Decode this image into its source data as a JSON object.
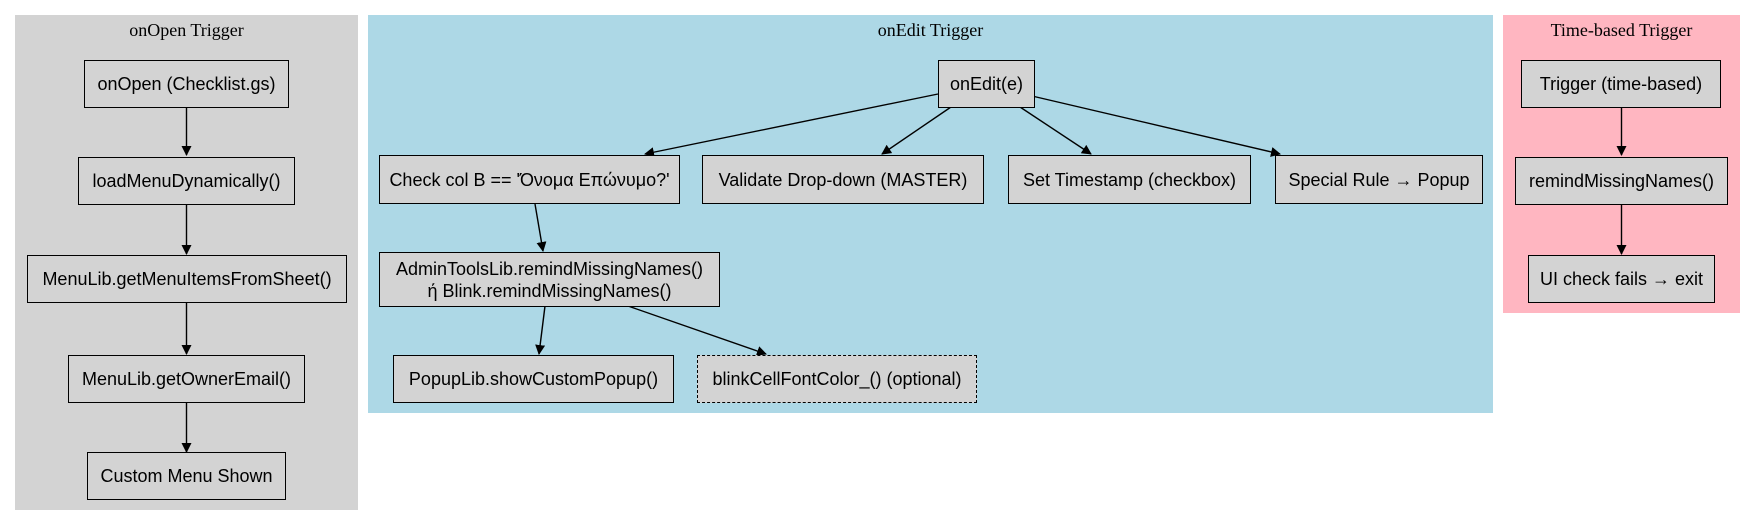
{
  "clusters": {
    "open": {
      "title": "onOpen Trigger",
      "color": "#d3d3d3"
    },
    "edit": {
      "title": "onEdit Trigger",
      "color": "#add8e6"
    },
    "time": {
      "title": "Time-based Trigger",
      "color": "#ffb6c1"
    }
  },
  "nodes": {
    "on_open": "onOpen (Checklist.gs)",
    "load_menu": "loadMenuDynamically()",
    "get_items": "MenuLib.getMenuItemsFromSheet()",
    "get_owner": "MenuLib.getOwnerEmail()",
    "custom_menu": "Custom Menu Shown",
    "on_edit": "onEdit(e)",
    "check_col": "Check col B == 'Όνομα Επώνυμο?'",
    "validate": "Validate Drop-down (MASTER)",
    "timestamp": "Set Timestamp (checkbox)",
    "special": "Special Rule → Popup",
    "remind_line1": "AdminToolsLib.remindMissingNames()",
    "remind_line2": "ή Blink.remindMissingNames()",
    "popup": "PopupLib.showCustomPopup()",
    "blink": "blinkCellFontColor_() (optional)",
    "trigger_time": "Trigger (time-based)",
    "remind_names": "remindMissingNames()",
    "ui_check": "UI check fails → exit"
  }
}
